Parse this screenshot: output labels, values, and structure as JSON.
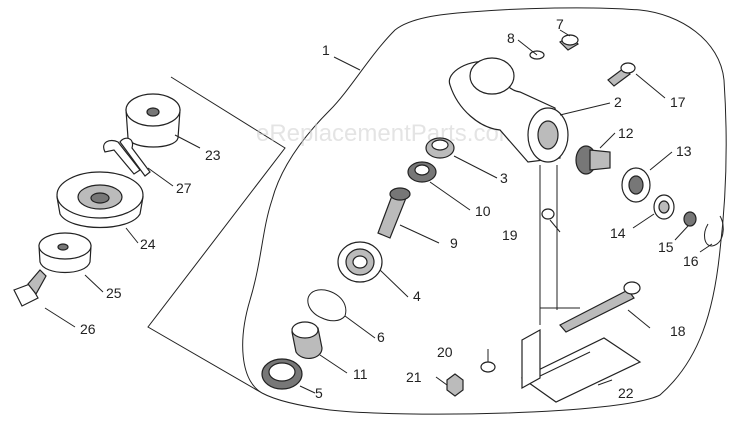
{
  "watermark": "eReplacementParts.com",
  "callouts": [
    "1",
    "2",
    "3",
    "4",
    "5",
    "6",
    "7",
    "8",
    "9",
    "10",
    "11",
    "12",
    "13",
    "14",
    "15",
    "16",
    "17",
    "18",
    "19",
    "20",
    "21",
    "22",
    "23",
    "24",
    "25",
    "26",
    "27"
  ]
}
